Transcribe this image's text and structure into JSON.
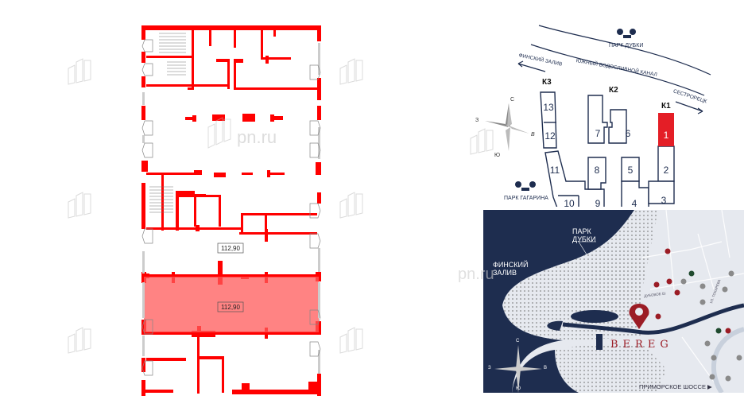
{
  "watermark": {
    "text": "pn.ru"
  },
  "floor_plan": {
    "title": "floor-plan",
    "highlight_color": "#ff0000",
    "fill_color": "#ff7b7b",
    "rooms": [
      {
        "label": "112,90",
        "selected": false
      },
      {
        "label": "112,90",
        "selected": true
      }
    ]
  },
  "site_scheme": {
    "park_top": "ПАРК ДУБКИ",
    "canal": "ЮЖНЫЙ ВОДОСЛИВНОЙ КАНАЛ",
    "gulf": "ФИНСКИЙ ЗАЛИВ",
    "sestroretsk": "СЕСТРОРЕЦК",
    "park_bottom": "ПАРК ГАГАРИНА",
    "corpus_labels": [
      "К3",
      "К2",
      "К1"
    ],
    "compass": {
      "n": "С",
      "s": "Ю",
      "w": "З",
      "e": "В"
    },
    "sections": [
      "1",
      "2",
      "3",
      "4",
      "5",
      "6",
      "7",
      "8",
      "9",
      "10",
      "11",
      "12",
      "13"
    ],
    "selected_section": "1",
    "accent": "#e41e26",
    "line_color": "#1e2d4f"
  },
  "location_map": {
    "park": "ПАРК\nДУБКИ",
    "park_line1": "ПАРК",
    "park_line2": "ДУБКИ",
    "gulf_line1": "ФИНСКИЙ",
    "gulf_line2": "ЗАЛИВ",
    "brand": "BEREG",
    "road": "ПРИМОРСКОЕ ШОССЕ ▶",
    "street1": "ДУБОВОЕ Ш.",
    "street2": "УЛ. ТОКАРЕВА",
    "compass": {
      "n": "С",
      "s": "Ю",
      "w": "З",
      "e": "В"
    },
    "colors": {
      "water": "#1e2d4f",
      "land": "#e6e9ef",
      "pin": "#9b1c25",
      "poi_green": "#1f4a2e",
      "poi_gray": "#8a8a8a"
    }
  }
}
